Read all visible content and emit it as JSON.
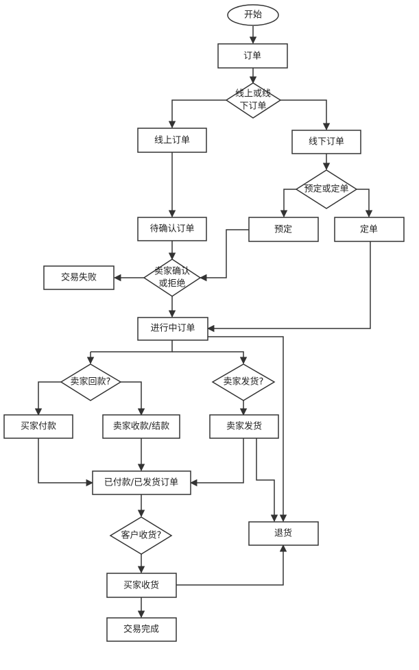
{
  "diagram": {
    "nodes": {
      "start": "开始",
      "order": "订单",
      "online_or_offline": [
        "线上或线",
        "下订单"
      ],
      "online_order": "线上订单",
      "offline_order": "线下订单",
      "reserve_or_fixed": "预定或定单",
      "pending_confirm": "待确认订单",
      "reserve": "预定",
      "fixed_order": "定单",
      "seller_confirm": [
        "卖家确认",
        "或拒绝"
      ],
      "trade_failed": "交易失败",
      "in_progress": "进行中订单",
      "seller_refund_q": "卖家回款?",
      "seller_ship_q": "卖家发货?",
      "buyer_pay": "买家付款",
      "seller_collect": "卖家收款/结款",
      "seller_ship": "卖家发货",
      "paid_shipped": "已付款/已发货订单",
      "customer_receive_q": "客户收货?",
      "return_goods": "退货",
      "buyer_receive": "买家收货",
      "trade_done": "交易完成"
    }
  }
}
